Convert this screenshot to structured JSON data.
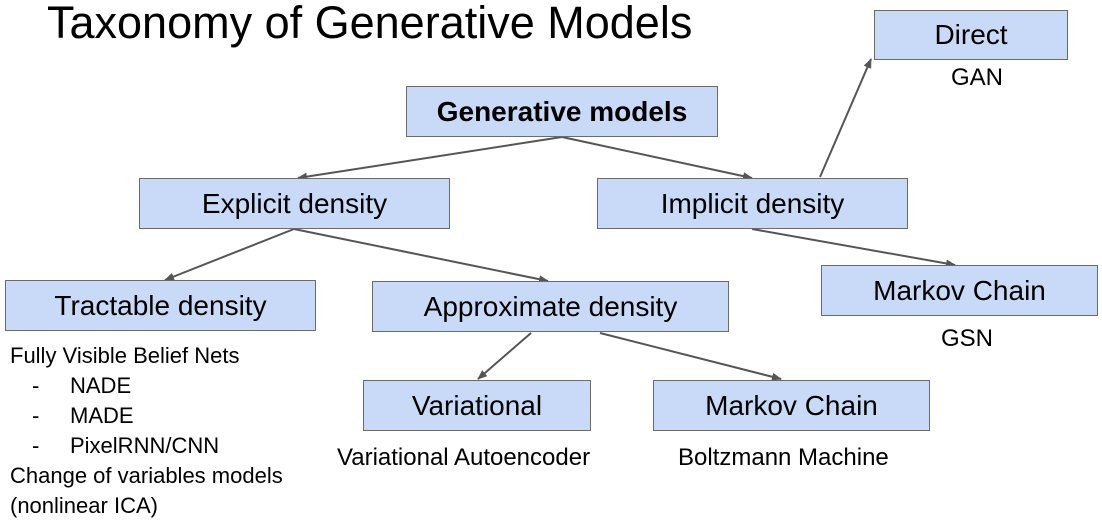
{
  "title": "Taxonomy of Generative Models",
  "nodes": {
    "root": "Generative models",
    "explicit": "Explicit density",
    "implicit": "Implicit density",
    "direct": "Direct",
    "markov_implicit": "Markov Chain",
    "tractable": "Tractable density",
    "approximate": "Approximate density",
    "variational": "Variational",
    "markov_approx": "Markov Chain"
  },
  "captions": {
    "gan": "GAN",
    "gsn": "GSN",
    "vae": "Variational Autoencoder",
    "boltzmann": "Boltzmann Machine"
  },
  "tractable_list": {
    "heading": "Fully Visible Belief Nets",
    "items": [
      "NADE",
      "MADE",
      "PixelRNN/CNN"
    ],
    "bullet": "-",
    "extra_1": "Change of variables models",
    "extra_2": "(nonlinear ICA)"
  },
  "colors": {
    "node_fill": "#c9daf8",
    "node_border": "#6b6b6b",
    "edge": "#555555"
  }
}
